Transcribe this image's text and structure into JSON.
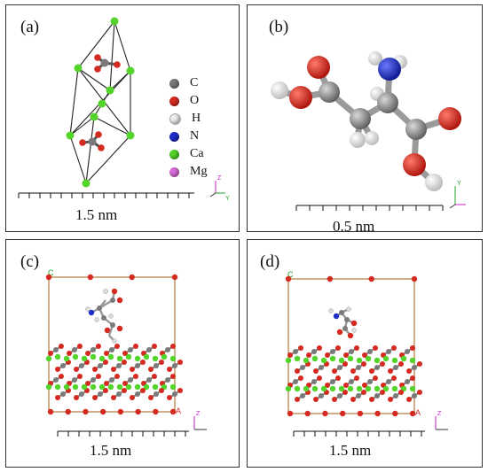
{
  "panels": {
    "a": {
      "label": "(a)",
      "scale": "1.5 nm"
    },
    "b": {
      "label": "(b)",
      "scale": "0.5 nm"
    },
    "c": {
      "label": "(c)",
      "scale": "1.5 nm",
      "cell_corner_top": "C",
      "cell_corner_bottom": "A"
    },
    "d": {
      "label": "(d)",
      "scale": "1.5 nm",
      "cell_corner_top": "C",
      "cell_corner_bottom": "A"
    }
  },
  "legend": [
    {
      "symbol": "C",
      "color": "#7a7a7a"
    },
    {
      "symbol": "O",
      "color": "#d42a20"
    },
    {
      "symbol": "H",
      "color": "#eeeeee"
    },
    {
      "symbol": "N",
      "color": "#1c2fc8"
    },
    {
      "symbol": "Ca",
      "color": "#52d42a"
    },
    {
      "symbol": "Mg",
      "color": "#d66ad6"
    }
  ],
  "axes": {
    "z": "Z",
    "y": "Y"
  },
  "colors": {
    "cell_edge": "#b07a3c",
    "bond": "#222222"
  }
}
